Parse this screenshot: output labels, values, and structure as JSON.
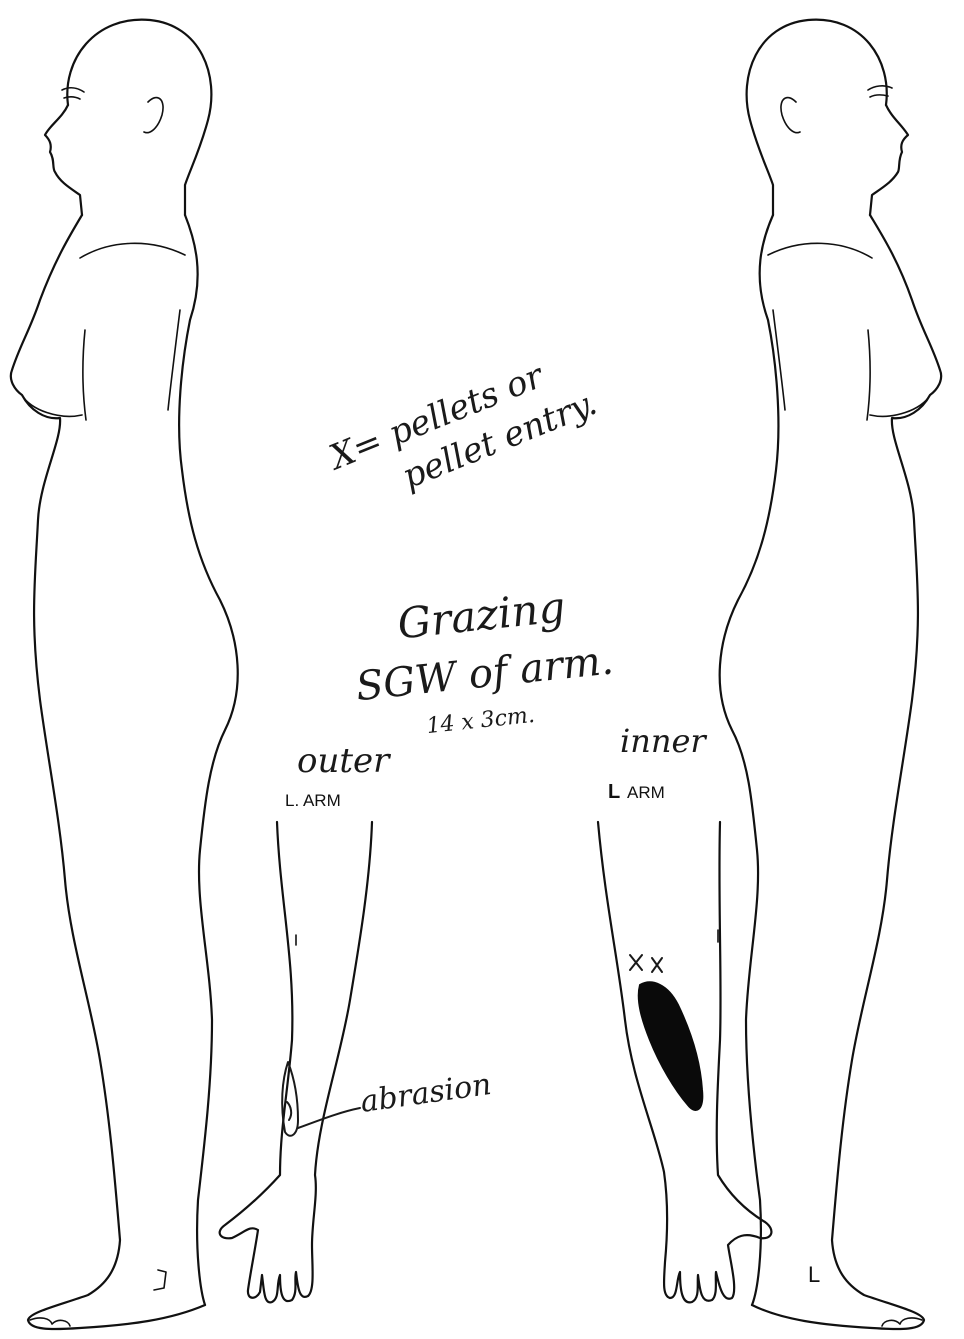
{
  "figures": {
    "left_view": "Female body outline, left profile",
    "right_view": "Female body outline, right profile"
  },
  "notes": {
    "legend_line1": "X= pellets or",
    "legend_line2": "pellet entry.",
    "wound_line1": "Grazing",
    "wound_line2": "SGW of arm.",
    "wound_size": "14 x 3cm."
  },
  "left_arm": {
    "caption": "outer",
    "label": "L. ARM",
    "annotation": "abrasion"
  },
  "right_arm": {
    "caption": "inner",
    "label_prefix": "L",
    "label_suffix": "ARM",
    "pellet_marks": "x x"
  },
  "foot_marks": {
    "left": "J",
    "right": "L"
  },
  "colors": {
    "line": "#111111",
    "shading": "#0a0a0a",
    "background": "#ffffff"
  }
}
